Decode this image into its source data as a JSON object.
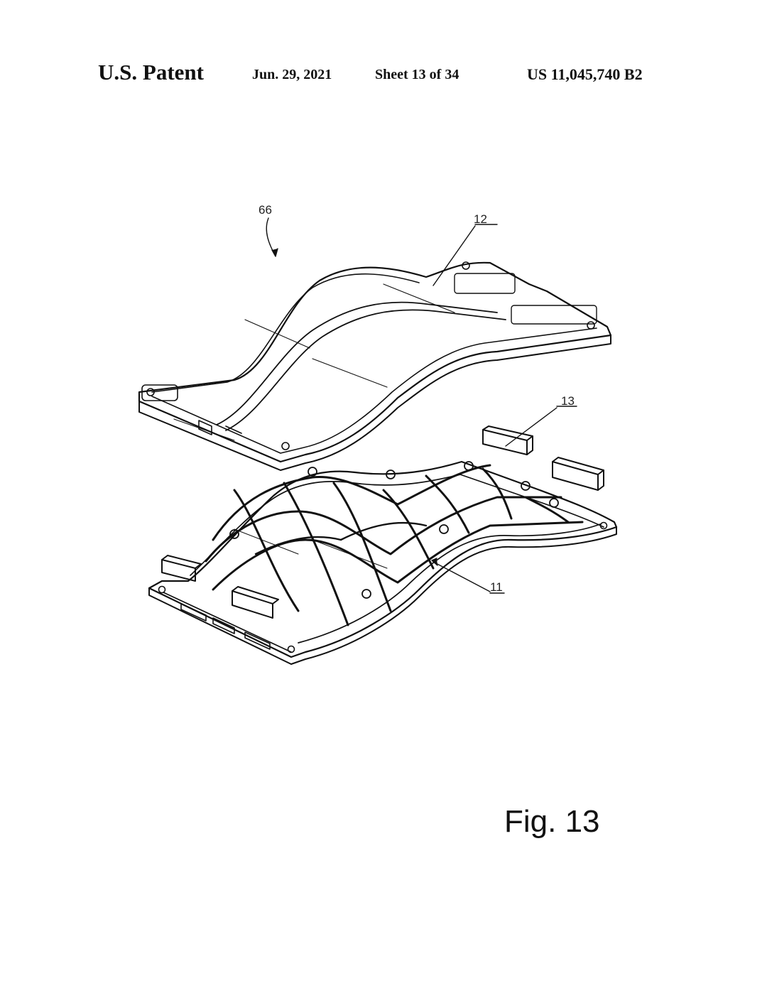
{
  "header": {
    "title": "U.S. Patent",
    "date": "Jun. 29, 2021",
    "sheet": "Sheet 13 of 34",
    "patent_number": "US 11,045,740 B2"
  },
  "figure": {
    "caption": "Fig. 13",
    "references": {
      "assembly": "66",
      "upper_plate": "12",
      "bars": "13",
      "lower_frame": "11"
    }
  },
  "colors": {
    "ink": "#111111",
    "paper": "#ffffff"
  }
}
